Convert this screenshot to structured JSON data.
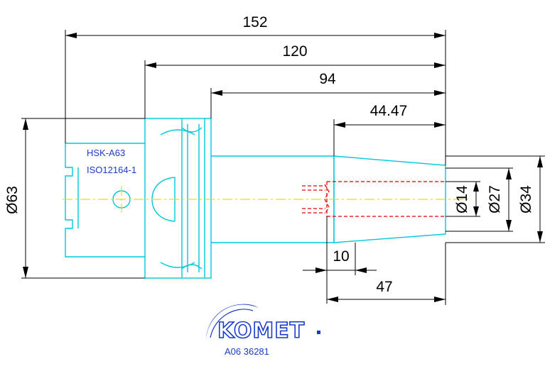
{
  "dimensions": {
    "overall_length": "152",
    "length_120": "120",
    "length_94": "94",
    "length_44": "44.47",
    "dia_63": "Ø63",
    "dia_14": "Ø14",
    "dia_27": "Ø27",
    "dia_34": "Ø34",
    "length_10": "10",
    "length_47": "47"
  },
  "part_labels": {
    "interface": "HSK-A63",
    "standard": "ISO12164-1"
  },
  "logo": {
    "brand": "KOMET"
  },
  "article_code": "A06 36281",
  "colors": {
    "part_outline": "#00c8d8",
    "center_line": "#e8e000",
    "hidden_line": "#e00000",
    "dimension": "#000000",
    "brand_blue": "#1a3cc8"
  }
}
